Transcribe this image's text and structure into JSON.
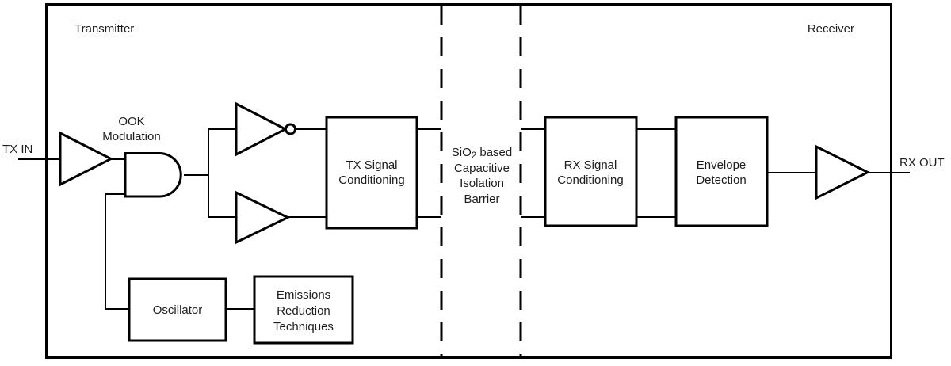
{
  "diagram": {
    "transmitter_label": "Transmitter",
    "receiver_label": "Receiver",
    "tx_in_label": "TX IN",
    "rx_out_label": "RX OUT",
    "ook_modulation": {
      "line1": "OOK",
      "line2": "Modulation"
    },
    "isolation_barrier": {
      "line1_prefix": "SiO",
      "line1_sub": "2",
      "line1_suffix": " based",
      "line2": "Capacitive",
      "line3": "Isolation",
      "line4": "Barrier"
    },
    "blocks": {
      "tx_signal_conditioning": {
        "line1": "TX Signal",
        "line2": "Conditioning"
      },
      "rx_signal_conditioning": {
        "line1": "RX Signal",
        "line2": "Conditioning"
      },
      "envelope_detection": {
        "line1": "Envelope",
        "line2": "Detection"
      },
      "oscillator": {
        "line1": "Oscillator"
      },
      "emissions_reduction": {
        "line1": "Emissions",
        "line2": "Reduction",
        "line3": "Techniques"
      }
    },
    "colors": {
      "line": "#000000",
      "text": "#1d1d1f",
      "background": "#ffffff"
    }
  }
}
